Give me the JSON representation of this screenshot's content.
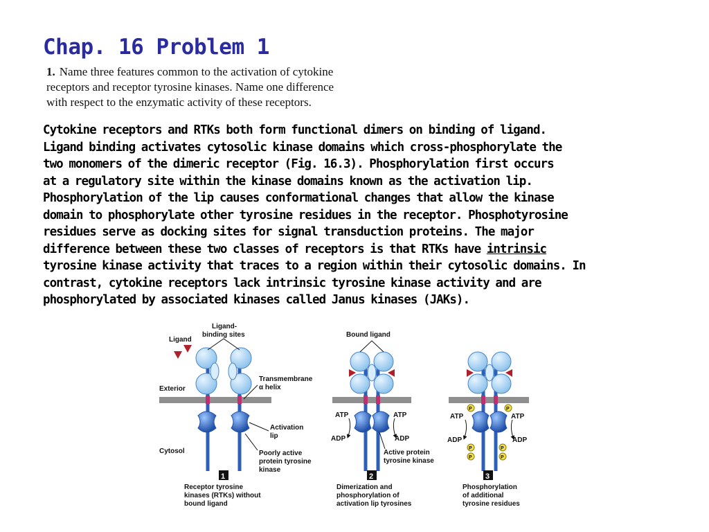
{
  "slide": {
    "title": "Chap. 16 Problem 1",
    "question_number": "1.",
    "question_lines": [
      "Name three features common to the activation of cytokine",
      "receptors and receptor tyrosine kinases. Name one difference",
      "with respect to the enzymatic activity of these receptors."
    ],
    "answer_lines": [
      "Cytokine receptors and RTKs both form functional dimers on binding of ligand.",
      "Ligand binding activates cytosolic kinase domains which cross-phosphorylate the",
      "two monomers of the dimeric receptor (Fig. 16.3). Phosphorylation first occurs",
      "at a regulatory site within the kinase domains known as the activation lip.",
      "Phosphorylation of the lip causes conformational changes that allow the kinase",
      "domain to phosphorylate other tyrosine residues in the receptor. Phosphotyrosine",
      "residues serve as docking sites for signal transduction proteins. The major",
      "difference between these two classes of receptors is that RTKs have ",
      "intrinsic",
      "tyrosine kinase activity that traces to a region within their cytosolic domains. In",
      "contrast, cytokine receptors lack intrinsic tyrosine kinase activity and are",
      "phosphorylated by associated kinases called Janus kinases (JAKs)."
    ]
  },
  "figure": {
    "labels": {
      "ligand": "Ligand",
      "ligand_binding_sites_1": "Ligand-",
      "ligand_binding_sites_2": "binding sites",
      "exterior": "Exterior",
      "cytosol": "Cytosol",
      "transmembrane_1": "Transmembrane",
      "transmembrane_2": "α helix",
      "activation_lip_1": "Activation",
      "activation_lip_2": "lip",
      "poorly_active_1": "Poorly active",
      "poorly_active_2": "protein tyrosine",
      "poorly_active_3": "kinase",
      "bound_ligand": "Bound ligand",
      "atp": "ATP",
      "adp": "ADP",
      "active_kinase_1": "Active protein",
      "active_kinase_2": "tyrosine kinase",
      "phospho": "P"
    },
    "panels": [
      {
        "number": "1",
        "caption": [
          "Receptor tyrosine",
          "kinases (RTKs) without",
          "bound ligand"
        ]
      },
      {
        "number": "2",
        "caption": [
          "Dimerization and",
          "phosphorylation of",
          "activation lip tyrosines"
        ]
      },
      {
        "number": "3",
        "caption": [
          "Phosphorylation",
          "of additional",
          "tyrosine residues"
        ]
      }
    ],
    "colors": {
      "title_blue": "#2b2ba0",
      "membrane_gray": "#8f8f8f",
      "receptor_blue": "#3a6fc4",
      "domain_light_blue": "#a9d4f2",
      "ligand_red": "#b0202a",
      "phosphate_yellow": "#f4e04a"
    }
  }
}
